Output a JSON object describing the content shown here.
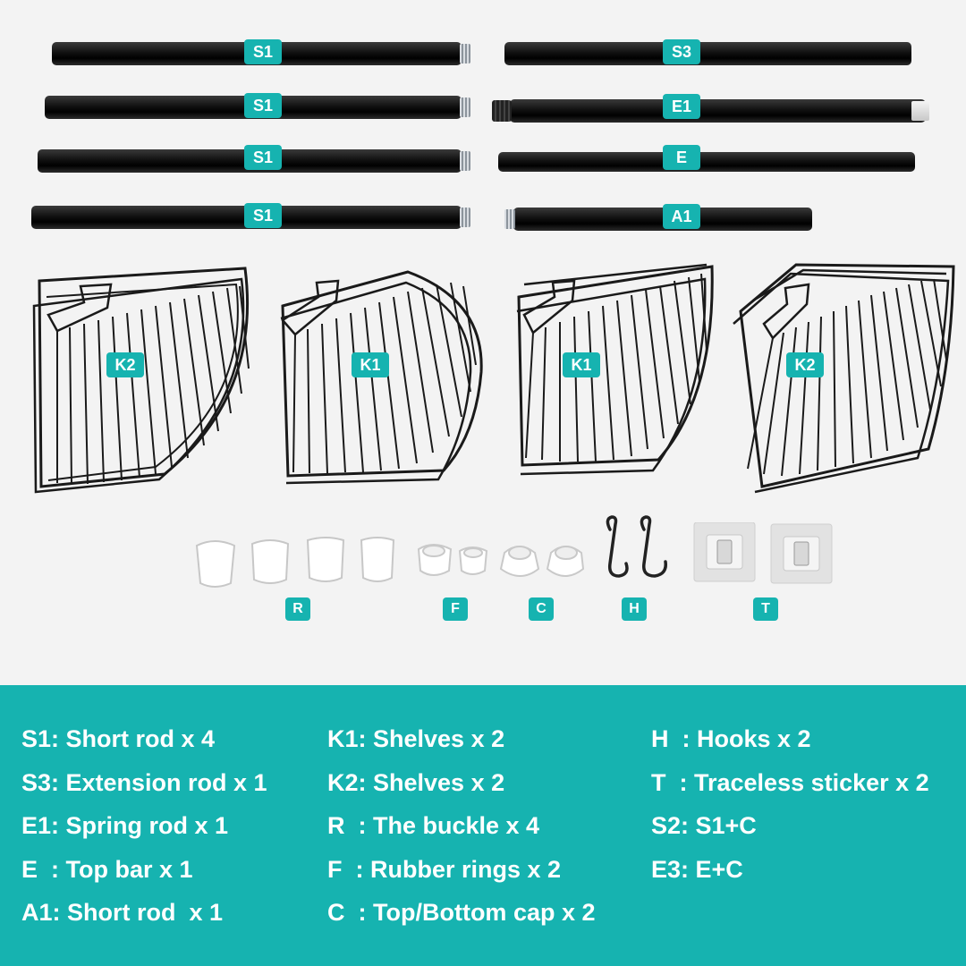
{
  "rods": [
    {
      "label": "S1"
    },
    {
      "label": "S1"
    },
    {
      "label": "S1"
    },
    {
      "label": "S1"
    },
    {
      "label": "S3"
    },
    {
      "label": "E1"
    },
    {
      "label": "E"
    },
    {
      "label": "A1"
    }
  ],
  "shelves": [
    {
      "label": "K2"
    },
    {
      "label": "K1"
    },
    {
      "label": "K1"
    },
    {
      "label": "K2"
    }
  ],
  "accessories": [
    {
      "label": "R",
      "icon": "buckle-icon"
    },
    {
      "label": "F",
      "icon": "rubber-ring-icon"
    },
    {
      "label": "C",
      "icon": "cap-icon"
    },
    {
      "label": "H",
      "icon": "hook-icon"
    },
    {
      "label": "T",
      "icon": "sticker-icon"
    }
  ],
  "legend": {
    "col1": [
      "S1: Short rod x 4",
      "S3: Extension rod x 1",
      "E1: Spring rod x 1",
      "E  : Top bar x 1",
      "A1: Short rod  x 1"
    ],
    "col2": [
      "K1: Shelves x 2",
      "K2: Shelves x 2",
      "R  : The buckle x 4",
      "F  : Rubber rings x 2",
      "C  : Top/Bottom cap x 2"
    ],
    "col3": [
      "H  : Hooks x 2",
      "T  : Traceless sticker x 2",
      "S2: S1+C",
      "E3: E+C"
    ]
  },
  "colors": {
    "accent": "#16b3b0",
    "background": "#f3f3f3",
    "rod": "#111111"
  }
}
